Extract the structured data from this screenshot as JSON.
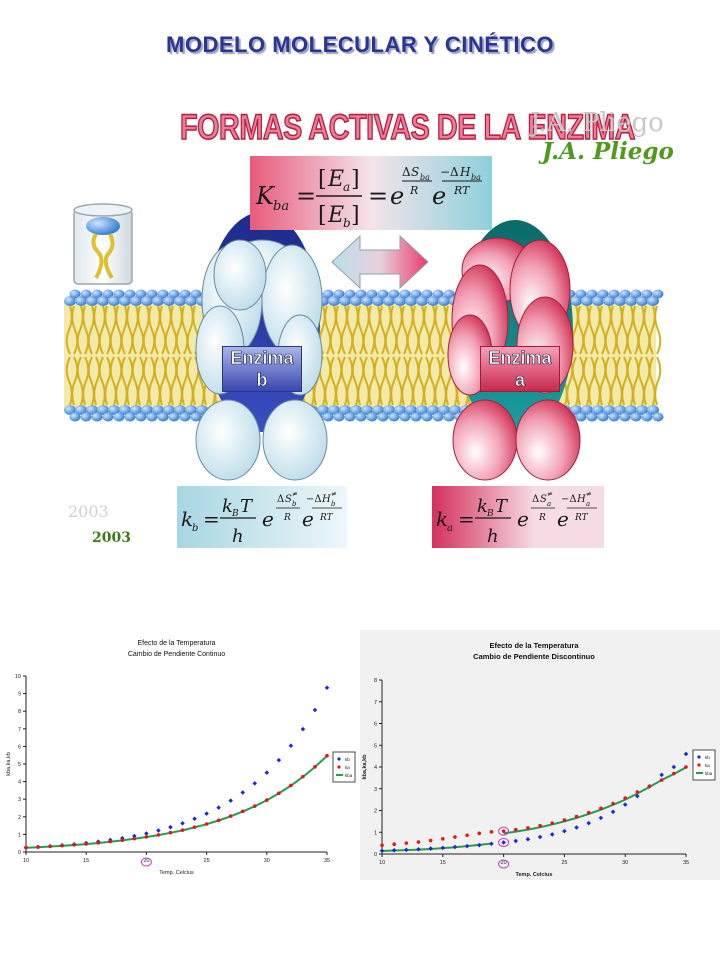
{
  "title": "MODELO MOLECULAR Y CINÉTICO",
  "banner": "FORMAS ACTIVAS DE LA ENZIMA",
  "author_ghost": "J.A. Pliego",
  "author": "J.A. Pliego",
  "year_ghost": "2003",
  "year": "2003",
  "enzyme_b_label": [
    "Enzima",
    "b"
  ],
  "enzyme_a_label": [
    "Enzima",
    "a"
  ],
  "colors": {
    "title": "#2a3590",
    "enzyme_b": "#3a48b0",
    "enzyme_a": "#c8284c",
    "membrane_head": "#4a8fd8",
    "membrane_tail": "#e8d060"
  },
  "chart_data": [
    {
      "type": "scatter",
      "title": "Efecto de la Temperatura",
      "subtitle": "Cambio de Pendiente Continuo",
      "xlabel": "Temp. Celcius",
      "ylabel": "kba,ka,kb",
      "xlim": [
        10,
        35
      ],
      "ylim": [
        0,
        10
      ],
      "xticks": [
        "10",
        "15",
        "20",
        "25",
        "30",
        "35"
      ],
      "yticks": [
        "0",
        "1",
        "2",
        "3",
        "4",
        "5",
        "6",
        "7",
        "8",
        "9",
        "10"
      ],
      "highlight_x": 20,
      "legend": [
        "kb",
        "ka",
        "kba"
      ],
      "x": [
        10,
        11,
        12,
        13,
        14,
        15,
        16,
        17,
        18,
        19,
        20,
        21,
        22,
        23,
        24,
        25,
        26,
        27,
        28,
        29,
        30,
        31,
        32,
        33,
        34,
        35
      ],
      "series": [
        {
          "name": "kb",
          "color": "#1a2ad0",
          "values": [
            0.25,
            0.29,
            0.33,
            0.38,
            0.44,
            0.51,
            0.59,
            0.68,
            0.79,
            0.91,
            1.05,
            1.22,
            1.41,
            1.63,
            1.89,
            2.18,
            2.52,
            2.92,
            3.38,
            3.9,
            4.51,
            5.22,
            6.04,
            6.98,
            8.07,
            9.33
          ]
        },
        {
          "name": "ka",
          "color": "#e01818",
          "values": [
            0.25,
            0.28,
            0.32,
            0.36,
            0.41,
            0.46,
            0.52,
            0.59,
            0.67,
            0.76,
            0.86,
            0.97,
            1.1,
            1.24,
            1.41,
            1.59,
            1.8,
            2.04,
            2.31,
            2.61,
            2.95,
            3.34,
            3.78,
            4.28,
            4.84,
            5.47
          ]
        },
        {
          "name": "kba",
          "color": "#2a9a50",
          "values": [
            0.24,
            0.27,
            0.31,
            0.35,
            0.4,
            0.45,
            0.51,
            0.58,
            0.66,
            0.75,
            0.85,
            0.96,
            1.09,
            1.23,
            1.4,
            1.58,
            1.79,
            2.03,
            2.3,
            2.6,
            2.94,
            3.33,
            3.77,
            4.27,
            4.83,
            5.46
          ]
        }
      ]
    },
    {
      "type": "scatter",
      "title": "Efecto de la Temperatura",
      "subtitle": "Cambio de Pendiente Discontinuo",
      "xlabel": "Temp. Celcius",
      "ylabel": "kba,ka,kb",
      "xlim": [
        10,
        35
      ],
      "ylim": [
        0,
        8
      ],
      "xticks": [
        "10",
        "15",
        "20",
        "25",
        "30",
        "35"
      ],
      "yticks": [
        "0",
        "1",
        "2",
        "3",
        "4",
        "5",
        "6",
        "7",
        "8"
      ],
      "highlight_x": 20,
      "legend": [
        "kb",
        "ka",
        "kba"
      ],
      "x": [
        10,
        11,
        12,
        13,
        14,
        15,
        16,
        17,
        18,
        19,
        20,
        21,
        22,
        23,
        24,
        25,
        26,
        27,
        28,
        29,
        30,
        31,
        32,
        33,
        34,
        35
      ],
      "series": [
        {
          "name": "kb",
          "color": "#1a2ad0",
          "values": [
            0.15,
            0.17,
            0.19,
            0.22,
            0.25,
            0.28,
            0.32,
            0.36,
            0.41,
            0.47,
            0.53,
            0.6,
            0.68,
            0.78,
            0.9,
            1.05,
            1.22,
            1.42,
            1.66,
            1.94,
            2.27,
            2.66,
            3.11,
            3.64,
            4.0,
            4.6
          ]
        },
        {
          "name": "ka",
          "color": "#e01818",
          "values": [
            0.4,
            0.45,
            0.5,
            0.55,
            0.62,
            0.7,
            0.78,
            0.86,
            0.95,
            1.02,
            1.05,
            1.12,
            1.2,
            1.3,
            1.42,
            1.56,
            1.72,
            1.9,
            2.1,
            2.32,
            2.57,
            2.85,
            3.12,
            3.4,
            3.7,
            4.0
          ]
        },
        {
          "name": "kba",
          "color": "#2a9a50",
          "values": [
            0.14,
            0.16,
            0.18,
            0.2,
            0.23,
            0.27,
            0.31,
            0.36,
            0.42,
            0.48,
            0.95,
            1.03,
            1.12,
            1.23,
            1.36,
            1.5,
            1.66,
            1.84,
            2.04,
            2.26,
            2.5,
            2.78,
            3.08,
            3.4,
            3.68,
            3.98
          ]
        }
      ]
    }
  ]
}
